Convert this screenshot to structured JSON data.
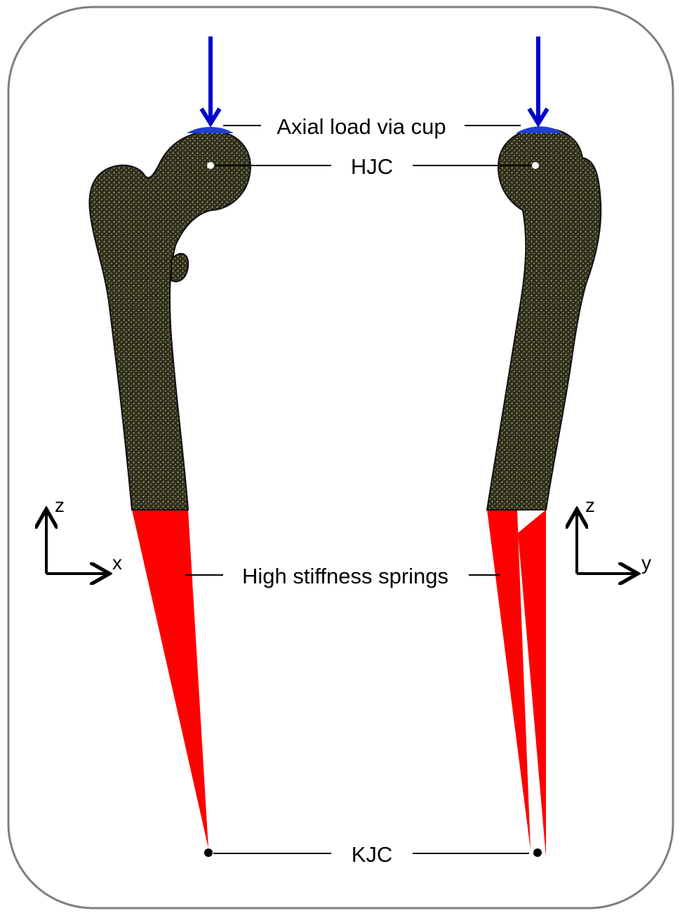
{
  "labels": {
    "load": "Axial load via cup",
    "hjc": "HJC",
    "springs": "High stiffness springs",
    "kjc": "KJC"
  },
  "axes": {
    "left": {
      "vertical": "z",
      "horizontal": "x"
    },
    "right": {
      "vertical": "z",
      "horizontal": "y"
    }
  },
  "colors": {
    "frame": "#7f7f7f",
    "bone": "#3b3b2a",
    "bone_mesh": "#d9d77a",
    "springs": "#ff0000",
    "load": "#0000cc",
    "cup": "#1f3fd0",
    "lines": "#000000"
  }
}
